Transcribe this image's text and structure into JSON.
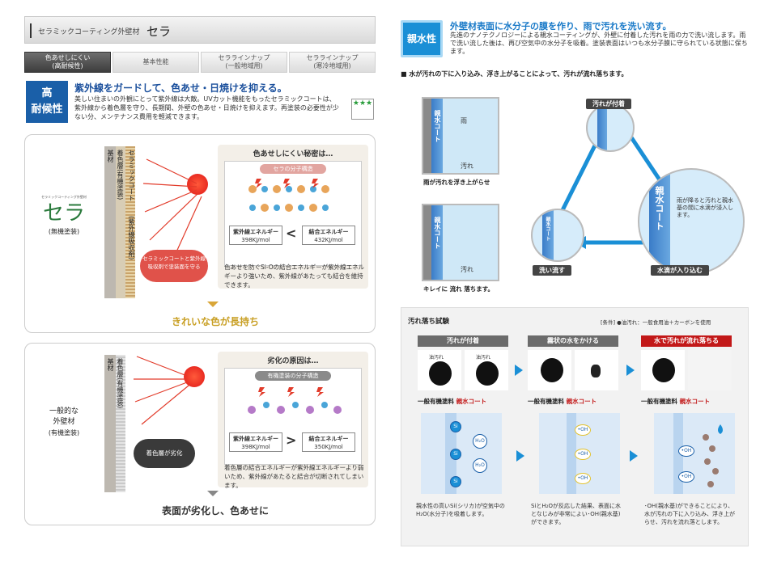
{
  "left": {
    "header": {
      "subtitle": "セラミックコーティング外壁材",
      "title": "セラ"
    },
    "tabs": [
      {
        "line1": "色あせしにくい",
        "line2": "(高耐候性)",
        "active": true
      },
      {
        "line1": "基本性能",
        "line2": "",
        "active": false
      },
      {
        "line1": "セララインナップ",
        "line2": "(一般地域用)",
        "active": false
      },
      {
        "line1": "セララインナップ",
        "line2": "(寒冷地域用)",
        "active": false
      }
    ],
    "badge": {
      "line1": "高",
      "line2": "耐候性"
    },
    "headline": "紫外線をガードして、色あせ・日焼けを抑える。",
    "body": "美しい住まいの外観にとって紫外線は大敵。UVカット機能をもったセラミックコートは、紫外線から着色層を守り、長期間、外壁の色あせ・日焼けを抑えます。再塗装の必要性が少ない分、メンテナンス費用を軽減できます。",
    "star_label": "★★★",
    "card1": {
      "side_small": "セラミックコーティング外壁材",
      "side_logo": "セラ",
      "side_caption": "(無機塗装)",
      "layer_base": "基材",
      "layer_color": "着色層(有機塗装)",
      "layer_coat": "セラミックコート",
      "layer_coat_sub": "(紫外線吸収剤)",
      "callout": "セラミックコートと紫外線吸収剤で塗装面を守る",
      "panel_title": "色あせしにくい秘密は…",
      "pill": "セラの分子構造",
      "energy_left_label": "紫外線エネルギー",
      "energy_left_value": "398KJ/mol",
      "energy_op": "<",
      "energy_right_label": "結合エネルギー",
      "energy_right_value": "432KJ/mol",
      "note": "色あせを防ぐSi-Oの結合エネルギーが紫外線エネルギーより強いため、紫外線があたっても結合を維持できます。",
      "result": "きれいな色が長持ち"
    },
    "card2": {
      "side_l1": "一般的な",
      "side_l2": "外壁材",
      "side_caption": "(有機塗装)",
      "layer_base": "基材",
      "layer_color": "着色層(有機塗装)",
      "callout": "着色層が劣化",
      "panel_title": "劣化の原因は…",
      "pill": "有機塗装の分子構造",
      "energy_left_label": "紫外線エネルギー",
      "energy_left_value": "398KJ/mol",
      "energy_op": ">",
      "energy_right_label": "結合エネルギー",
      "energy_right_value": "350KJ/mol",
      "note": "着色層の結合エネルギーが紫外線エネルギーより弱いため、紫外線があたると結合が切断されてしまいます。",
      "result": "表面が劣化し、色あせに"
    }
  },
  "right": {
    "badge": "親水性",
    "headline": "外壁材表面に水分子の膜を作り、雨で汚れを洗い流す。",
    "body": "先進のナノテクノロジーによる親水コーティングが、外壁に付着した汚れを雨の力で洗い流します。雨で洗い流した後は、再び空気中の水分子を吸着。塗装表面はいつも水分子膜に守られている状態に保ちます。",
    "subhead": "■ 水が汚れの下に入り込み、浮き上がることによって、汚れが流れ落ちます。",
    "box1": {
      "coat": "親水コート",
      "rain": "雨",
      "dirt": "汚れ",
      "caption": "雨が汚れを浮き上がらせ"
    },
    "box2": {
      "coat": "親水コート",
      "dirt": "汚れ",
      "caption": "キレイに 流れ 落ちます。"
    },
    "cycle": {
      "top": "汚れが付着",
      "left": "洗い流す",
      "right": "水滴が入り込む",
      "big_coat": "親水コート",
      "big_note": "雨が降ると汚れと親水基の間に水滴が浸入します。",
      "coat_small": "親水コート"
    },
    "test": {
      "title": "汚れ落ち試験",
      "cond": "[条件] ●油汚れ：一般食用油＋カーボンを使用",
      "steps": [
        {
          "label": "汚れが付着",
          "color": "#6b6b6b"
        },
        {
          "label": "霧状の水をかける",
          "color": "#6b6b6b"
        },
        {
          "label": "水で汚れが流れ落ちる",
          "color": "#c21818"
        }
      ],
      "photo_label": "油汚れ",
      "cap_normal": "一般有機塗料",
      "cap_coat": "親水コート",
      "si": "Si",
      "h2o": "H₂O",
      "oh": "•OH",
      "notes": [
        "親水性の高いSi(シリカ)が空気中のH₂O(水分子)を吸着します。",
        "SiとH₂Oが反応した結果、表面に水となじみが非常によい･OH(親水基)ができます。",
        "･OH(親水基)ができることにより、水が汚れの下に入り込み、浮き上がらせ、汚れを流れ落とします。"
      ]
    }
  }
}
